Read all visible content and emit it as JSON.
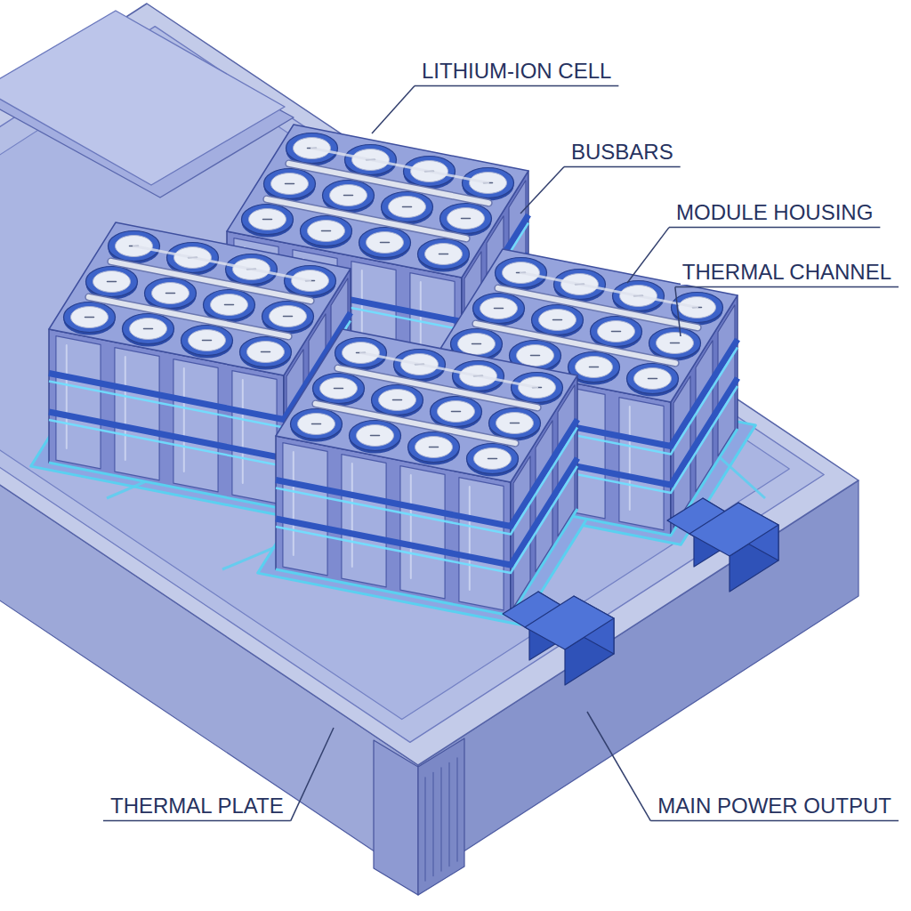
{
  "diagram": {
    "labels": [
      "LITHIUM-ION CELL",
      "BUSBARS",
      "MODULE HOUSING",
      "THERMAL CHANNEL",
      "THERMAL PLATE",
      "MAIN POWER OUTPUT"
    ]
  }
}
